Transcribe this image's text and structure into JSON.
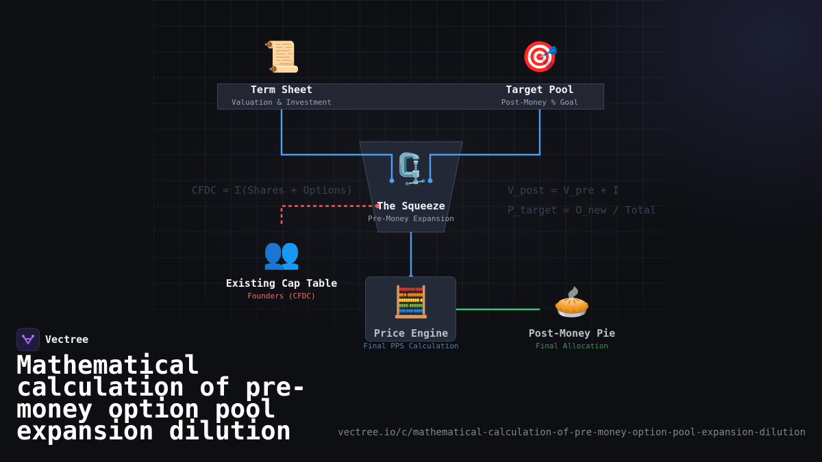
{
  "nodes": {
    "term_sheet": {
      "icon": "scroll-icon",
      "emoji": "📜",
      "title": "Term Sheet",
      "subtitle": "Valuation & Investment"
    },
    "target_pool": {
      "icon": "target-icon",
      "emoji": "🎯",
      "title": "Target Pool",
      "subtitle": "Post-Money % Goal"
    },
    "squeeze": {
      "icon": "clamp-icon",
      "emoji": "🗜️",
      "title": "The Squeeze",
      "subtitle": "Pre-Money Expansion"
    },
    "cap_table": {
      "icon": "people-icon",
      "emoji": "👥",
      "title": "Existing Cap Table",
      "subtitle": "Founders (CFDC)"
    },
    "price_engine": {
      "icon": "abacus-icon",
      "emoji": "🧮",
      "title": "Price Engine",
      "subtitle": "Final PPS Calculation"
    },
    "post_money_pie": {
      "icon": "pie-icon",
      "emoji": "🥧",
      "title": "Post-Money Pie",
      "subtitle": "Final Allocation"
    }
  },
  "formulas": {
    "cfdc": "CFDC = Σ(Shares + Options)",
    "v_post": "V_post = V_pre + I",
    "p_target": "P_target = O_new / Total"
  },
  "colors": {
    "flow_blue": "#4a9ff5",
    "dilution_red": "#f05c5c",
    "output_green": "#3ec57a",
    "cap_table_subtitle": "#f06a6a",
    "price_engine_subtitle": "#4f7fb5",
    "pie_subtitle": "#3f8f5a"
  },
  "brand": {
    "logo_icon": "vectree-logo-icon",
    "name": "Vectree"
  },
  "headline": "Mathematical calculation of pre-money option pool expansion dilution",
  "url": "vectree.io/c/mathematical-calculation-of-pre-money-option-pool-expansion-dilution"
}
